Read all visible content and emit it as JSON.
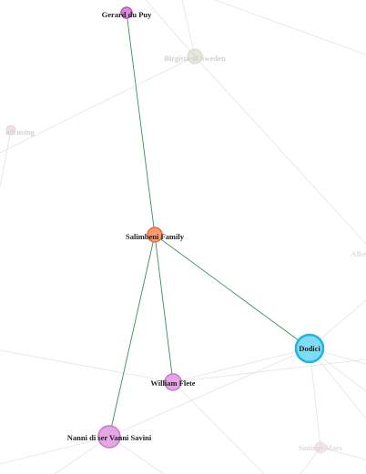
{
  "graph": {
    "nodes": [
      {
        "id": "gerard",
        "label": "Gerard du Puy",
        "color": "#d98ad9",
        "stroke": "#b35cb3",
        "faded": false
      },
      {
        "id": "birgitta",
        "label": "Birgitta of Sweden",
        "color": "#cfd6c4",
        "stroke": "#b7bfad",
        "faded": true
      },
      {
        "id": "left-faint",
        "label": "a Lusing",
        "color": "#e3c9d6",
        "stroke": "#d4b6c4",
        "faded": true
      },
      {
        "id": "salimbeni",
        "label": "Salimbeni Family",
        "color": "#ff9a70",
        "stroke": "#e86a3d",
        "faded": false
      },
      {
        "id": "right-faint",
        "label": "Albe",
        "color": "#dddddd",
        "stroke": "#cccccc",
        "faded": true
      },
      {
        "id": "dodici",
        "label": "Dodici",
        "color": "#7fdcf5",
        "stroke": "#1cb4e0",
        "faded": false
      },
      {
        "id": "william",
        "label": "William Flete",
        "color": "#e6a6e6",
        "stroke": "#c77ac7",
        "faded": false
      },
      {
        "id": "nanni",
        "label": "Nanni di ser Vanni Savini",
        "color": "#e6a6e6",
        "stroke": "#c77ac7",
        "faded": false
      },
      {
        "id": "samuel",
        "label": "Samuel Mars",
        "color": "#ead6e0",
        "stroke": "#d8c2cd",
        "faded": true
      }
    ],
    "edges": [
      {
        "source": "gerard",
        "target": "salimbeni",
        "highlight": true
      },
      {
        "source": "salimbeni",
        "target": "william",
        "highlight": true
      },
      {
        "source": "salimbeni",
        "target": "nanni",
        "highlight": true
      },
      {
        "source": "salimbeni",
        "target": "dodici",
        "highlight": true
      }
    ]
  }
}
